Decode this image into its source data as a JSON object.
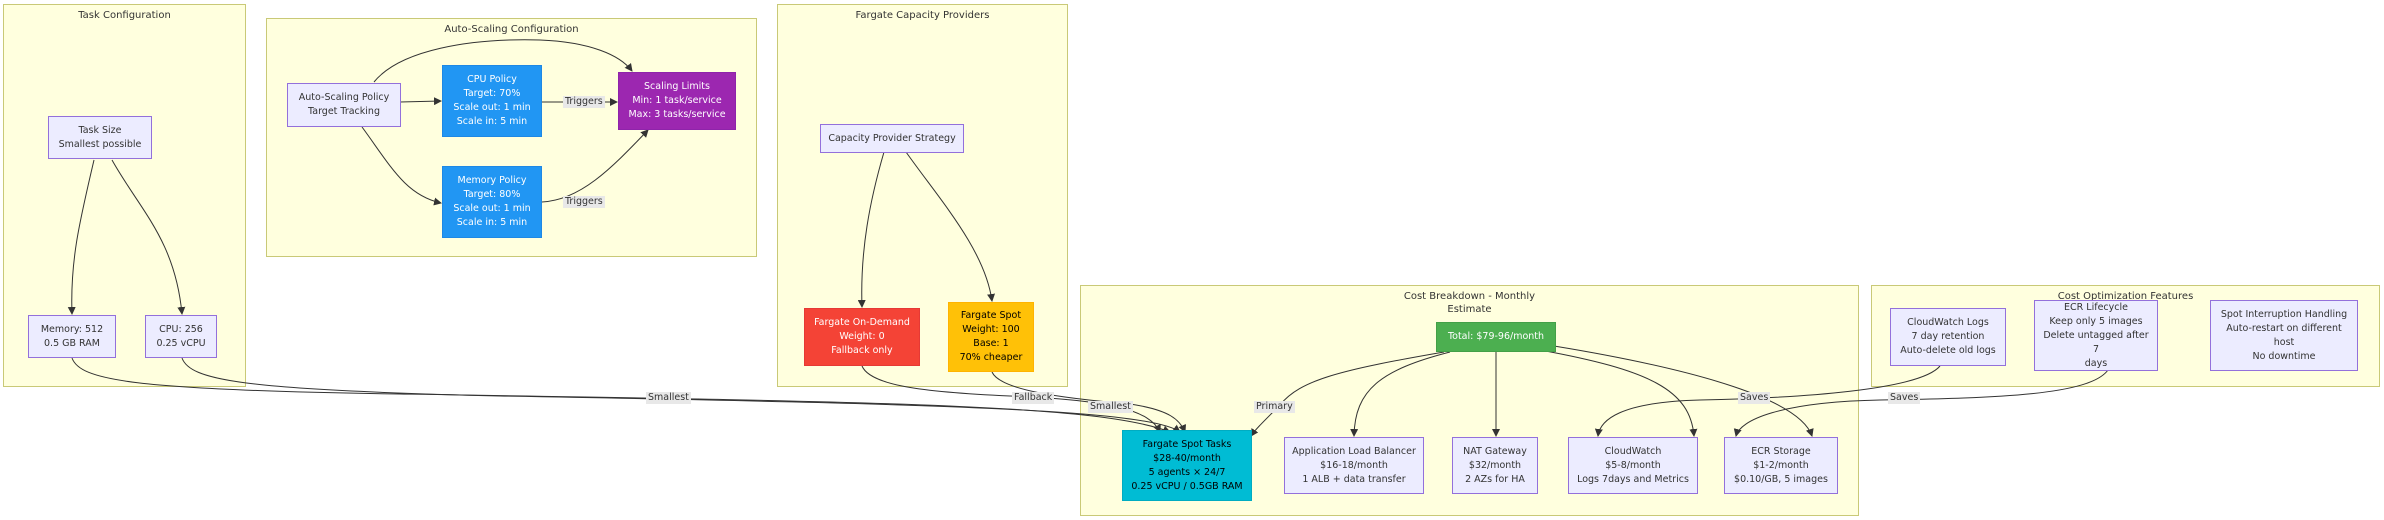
{
  "clusters": {
    "task_config": "Task Configuration",
    "autoscaling": "Auto-Scaling Configuration",
    "fargate": "Fargate Capacity Providers",
    "cost": {
      "line1": "Cost Breakdown - Monthly",
      "line2": "Estimate"
    },
    "optimization": "Cost Optimization Features"
  },
  "nodes": {
    "task_size": [
      "Task Size",
      "Smallest possible"
    ],
    "memory": [
      "Memory: 512",
      "0.5 GB RAM"
    ],
    "cpu": [
      "CPU: 256",
      "0.25 vCPU"
    ],
    "as_policy": [
      "Auto-Scaling Policy",
      "Target Tracking"
    ],
    "cpu_policy": [
      "CPU Policy",
      "Target: 70%",
      "Scale out: 1 min",
      "Scale in: 5 min"
    ],
    "mem_policy": [
      "Memory Policy",
      "Target: 80%",
      "Scale out: 1 min",
      "Scale in: 5 min"
    ],
    "scaling_limits": [
      "Scaling Limits",
      "Min: 1 task/service",
      "Max: 3 tasks/service"
    ],
    "cap_strategy": [
      "Capacity Provider Strategy"
    ],
    "on_demand": [
      "Fargate On-Demand",
      "Weight: 0",
      "Fallback only"
    ],
    "spot": [
      "Fargate Spot",
      "Weight: 100",
      "Base: 1",
      "70% cheaper"
    ],
    "total": [
      "Total: $79-96/month"
    ],
    "spot_tasks": [
      "Fargate Spot Tasks",
      "$28-40/month",
      "5 agents × 24/7",
      "0.25 vCPU / 0.5GB RAM"
    ],
    "alb": [
      "Application Load Balancer",
      "$16-18/month",
      "1 ALB + data transfer"
    ],
    "nat": [
      "NAT Gateway",
      "$32/month",
      "2 AZs for HA"
    ],
    "cloudwatch": [
      "CloudWatch",
      "$5-8/month",
      "Logs 7days and Metrics"
    ],
    "ecr_storage": [
      "ECR Storage",
      "$1-2/month",
      "$0.10/GB, 5 images"
    ],
    "cw_logs": [
      "CloudWatch Logs",
      "7 day retention",
      "Auto-delete old logs"
    ],
    "ecr_lifecycle": [
      "ECR Lifecycle",
      "Keep only 5 images",
      "Delete untagged after 7",
      "days"
    ],
    "spot_interruption": [
      "Spot Interruption Handling",
      "Auto-restart on different",
      "host",
      "No downtime"
    ]
  },
  "edge_labels": {
    "triggers_cpu": "Triggers",
    "triggers_mem": "Triggers",
    "smallest_mem": "Smallest",
    "smallest_cpu": "Smallest",
    "fallback": "Fallback",
    "primary": "Primary",
    "saves_logs": "Saves",
    "saves_ecr": "Saves"
  },
  "colors": {
    "cluster_fill": "#ffffde",
    "node_default": "#ececff",
    "cpu_policy": "#2196f3",
    "memory_policy": "#2196f3",
    "scaling_limits": "#9c27b0",
    "on_demand": "#f44336",
    "spot": "#ffc107",
    "total": "#4caf50",
    "spot_tasks": "#00bcd4"
  }
}
